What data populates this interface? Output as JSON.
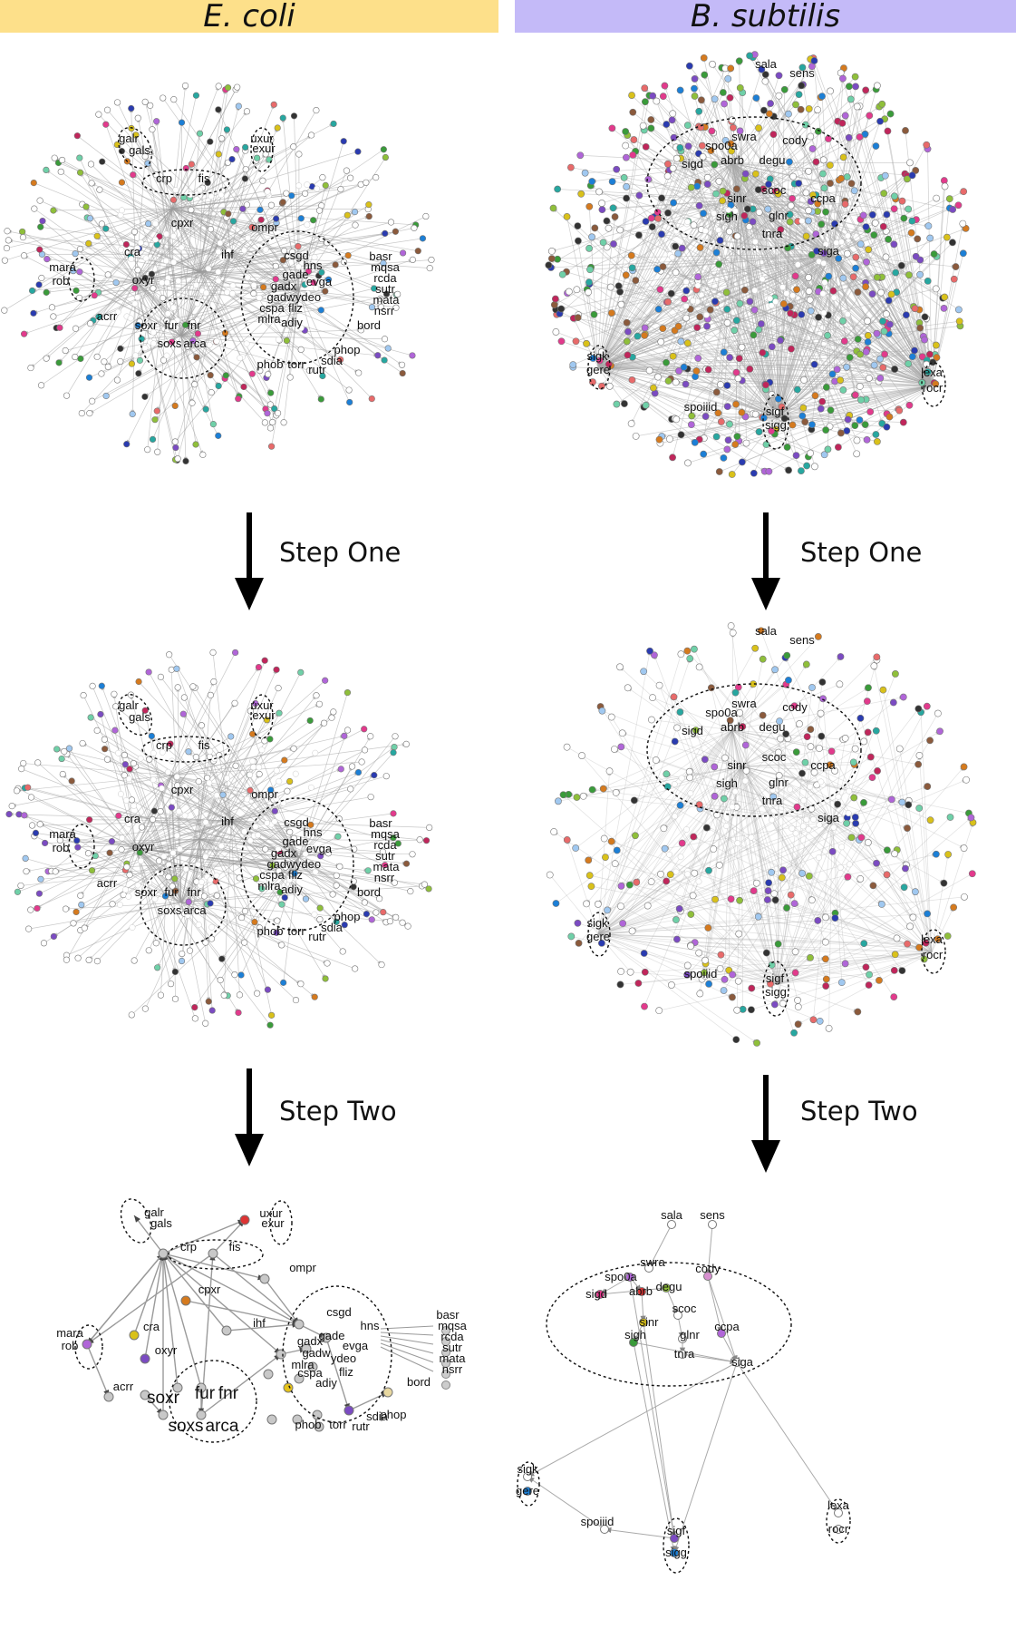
{
  "headers": {
    "left": "E. coli",
    "right": "B. subtilis",
    "left_color": "#fde08a",
    "right_color": "#c4baf8"
  },
  "steps": {
    "one": "Step One",
    "two": "Step Two"
  },
  "ecoli": {
    "labels": [
      "galr",
      "gals",
      "uxur",
      "exur",
      "crp",
      "fis",
      "ompr",
      "cpxr",
      "ihf",
      "csgd",
      "hns",
      "gade",
      "evga",
      "gadx",
      "gadw",
      "ydeo",
      "cspa",
      "fliz",
      "mlra",
      "adiy",
      "basr",
      "mqsa",
      "rcda",
      "sutr",
      "mata",
      "nsrr",
      "bord",
      "phop",
      "sdia",
      "rutr",
      "torr",
      "phob",
      "mara",
      "rob",
      "cra",
      "oxyr",
      "acrr",
      "soxr",
      "fur",
      "fnr",
      "soxs",
      "arca"
    ],
    "edge_color": "#9a9a9a"
  },
  "bsub": {
    "labels": [
      "sala",
      "sens",
      "swra",
      "spo0a",
      "cody",
      "sigd",
      "abrb",
      "degu",
      "sinr",
      "scoc",
      "ccpa",
      "sigh",
      "glnr",
      "tnra",
      "siga",
      "sigk",
      "gere",
      "spoiiid",
      "sigf",
      "sigg",
      "lexa",
      "rocr"
    ],
    "edge_color": "#aaaaaa"
  }
}
